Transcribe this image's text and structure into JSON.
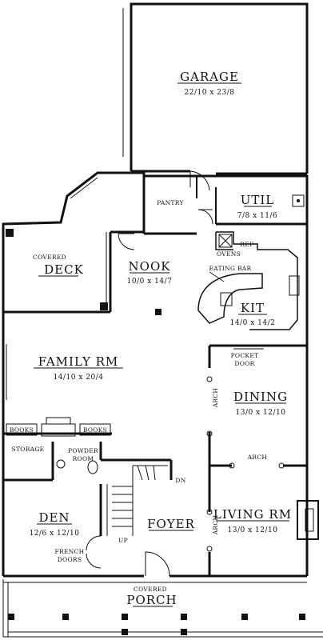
{
  "rooms": {
    "garage": {
      "name": "GARAGE",
      "dim": "22/10 x 23/8"
    },
    "pantry": {
      "name": "PANTRY"
    },
    "util": {
      "name": "UTIL",
      "dim": "7/8 x 11/6"
    },
    "deck": {
      "prefix": "COVERED",
      "name": "DECK"
    },
    "nook": {
      "name": "NOOK",
      "dim": "10/0 x 14/7"
    },
    "kit": {
      "name": "KIT",
      "dim": "14/0 x 14/2"
    },
    "family": {
      "name": "FAMILY RM",
      "dim": "14/10 x 20/4"
    },
    "dining": {
      "name": "DINING",
      "dim": "13/0 x 12/10"
    },
    "den": {
      "name": "DEN",
      "dim": "12/6 x 12/10"
    },
    "foyer": {
      "name": "FOYER"
    },
    "living": {
      "name": "LIVING RM",
      "dim": "13/0 x 12/10"
    },
    "porch": {
      "prefix": "COVERED",
      "name": "PORCH"
    }
  },
  "labels": {
    "ovens": "OVENS",
    "ref": "REF",
    "eating_bar": "EATING BAR",
    "pocket": "POCKET",
    "door": "DOOR",
    "arch": "ARCH",
    "books_left": "BOOKS",
    "books_right": "BOOKS",
    "storage": "STORAGE",
    "powder": "POWDER",
    "room": "ROOM",
    "dn": "DN",
    "up": "UP",
    "french": "FRENCH",
    "doors": "DOORS"
  }
}
